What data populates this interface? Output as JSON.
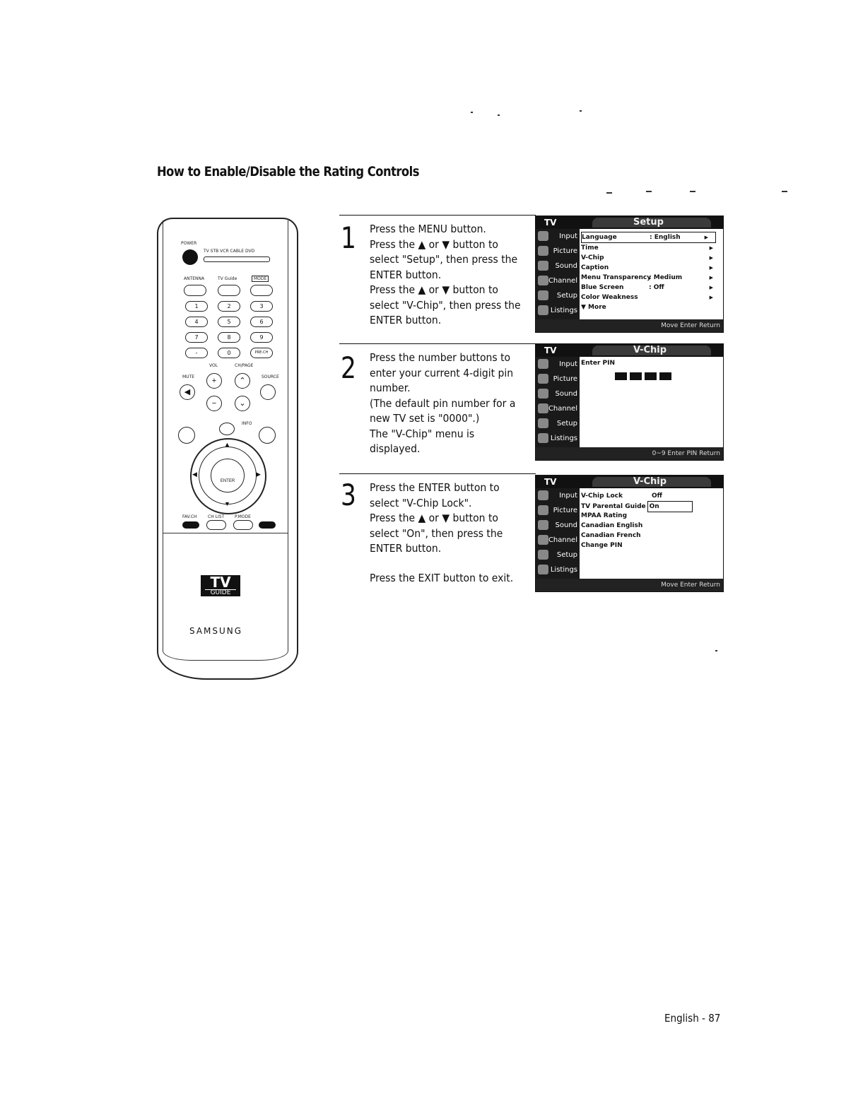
{
  "title": "How to Enable/Disable the Rating Controls",
  "remote": {
    "labels": {
      "power": "POWER",
      "sources": "TV  STB  VCR  CABLE  DVD",
      "antenna": "ANTENNA",
      "tvguide": "TV Guide",
      "mode": "MODE",
      "vol": "VOL",
      "chrange": "CH/PAGE",
      "mute": "MUTE",
      "source": "SOURCE",
      "info": "INFO",
      "enter": "ENTER",
      "favch": "FAV.CH",
      "chlist": "CH LIST",
      "pmode": "P.MODE",
      "prech": "PRE-CH"
    },
    "digits": [
      "1",
      "2",
      "3",
      "4",
      "5",
      "6",
      "7",
      "8",
      "9",
      "-",
      "0"
    ],
    "tv_guide_logo": "TV",
    "tv_guide_sub": "GUIDE",
    "brand": "SAMSUNG"
  },
  "steps": [
    {
      "number": "1",
      "paragraphs": [
        "Press the MENU button.",
        "Press the ▲ or ▼ button to select \"Setup\", then press the ENTER button.",
        "Press the ▲ or ▼ button to select \"V-Chip\", then press the ENTER button."
      ],
      "screen": {
        "menu_title": "Setup",
        "rows": [
          {
            "label": "Language",
            "value": ": English",
            "arrow": "▶"
          },
          {
            "label": "Time",
            "value": "",
            "arrow": "▶"
          },
          {
            "label": "V-Chip",
            "value": "",
            "arrow": "▶"
          },
          {
            "label": "Caption",
            "value": "",
            "arrow": "▶"
          },
          {
            "label": "Menu Transparency",
            "value": ": Medium",
            "arrow": "▶"
          },
          {
            "label": "Blue Screen",
            "value": ": Off",
            "arrow": "▶"
          },
          {
            "label": "Color Weakness",
            "value": "",
            "arrow": "▶"
          },
          {
            "label": "▼ More",
            "value": "",
            "arrow": ""
          }
        ],
        "footer": "Move  Enter  Return"
      }
    },
    {
      "number": "2",
      "paragraphs": [
        "Press the number buttons to enter your current 4-digit pin number.",
        "(The default pin number for a new TV set is \"0000\".)",
        "The \"V-Chip\" menu is displayed."
      ],
      "screen": {
        "menu_title": "V-Chip",
        "pin_label": "Enter PIN",
        "footer": "0~9  Enter PIN  Return"
      }
    },
    {
      "number": "3",
      "paragraphs": [
        "Press the ENTER button to select \"V-Chip Lock\".",
        "Press the ▲ or ▼ button to select \"On\", then press the ENTER button.",
        "Press the EXIT button to exit."
      ],
      "screen": {
        "menu_title": "V-Chip",
        "rows": [
          {
            "label": "V-Chip Lock",
            "value": "Off"
          },
          {
            "label": "TV Parental Guide",
            "value": "On"
          },
          {
            "label": "MPAA Rating",
            "value": ""
          },
          {
            "label": "Canadian English",
            "value": ""
          },
          {
            "label": "Canadian French",
            "value": ""
          },
          {
            "label": "Change PIN",
            "value": ""
          }
        ],
        "footer": "Move  Enter  Return"
      }
    }
  ],
  "osd_common": {
    "tv_label": "TV",
    "side_items": [
      "Input",
      "Picture",
      "Sound",
      "Channel",
      "Setup",
      "Listings"
    ]
  },
  "page_number": "English - 87"
}
